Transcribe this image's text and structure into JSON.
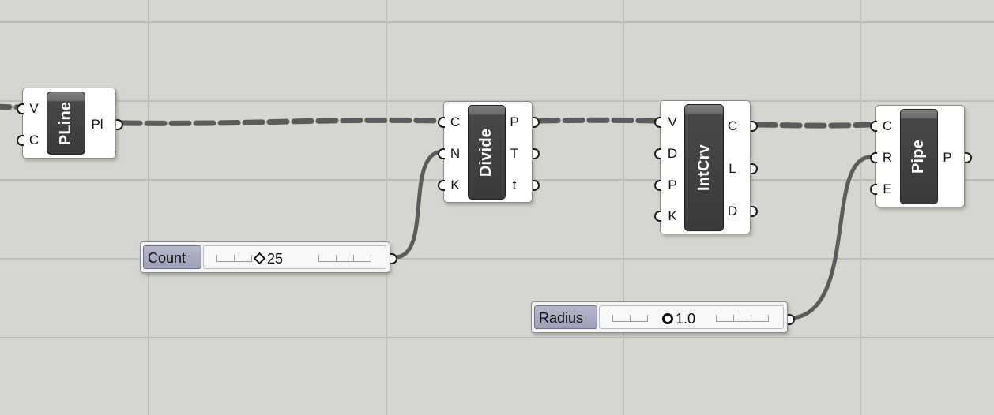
{
  "components": {
    "pline": {
      "title": "PLine",
      "inputs": [
        "V",
        "C"
      ],
      "outputs": [
        "Pl"
      ]
    },
    "divide": {
      "title": "Divide",
      "inputs": [
        "C",
        "N",
        "K"
      ],
      "outputs": [
        "P",
        "T",
        "t"
      ]
    },
    "intcrv": {
      "title": "IntCrv",
      "inputs": [
        "V",
        "D",
        "P",
        "K"
      ],
      "outputs": [
        "C",
        "L",
        "D"
      ]
    },
    "pipe": {
      "title": "Pipe",
      "inputs": [
        "C",
        "R",
        "E"
      ],
      "outputs": [
        "P"
      ]
    }
  },
  "sliders": {
    "count": {
      "label": "Count",
      "value": "25",
      "grip": "diamond"
    },
    "radius": {
      "label": "Radius",
      "value": "1.0",
      "grip": "circle"
    }
  },
  "colors": {
    "canvas": "#d7d5cf",
    "grid": "#bebcb6",
    "wire": "#5b5b5b",
    "component_core": "#3a3a3a",
    "slider_label": "#a9aabf"
  }
}
